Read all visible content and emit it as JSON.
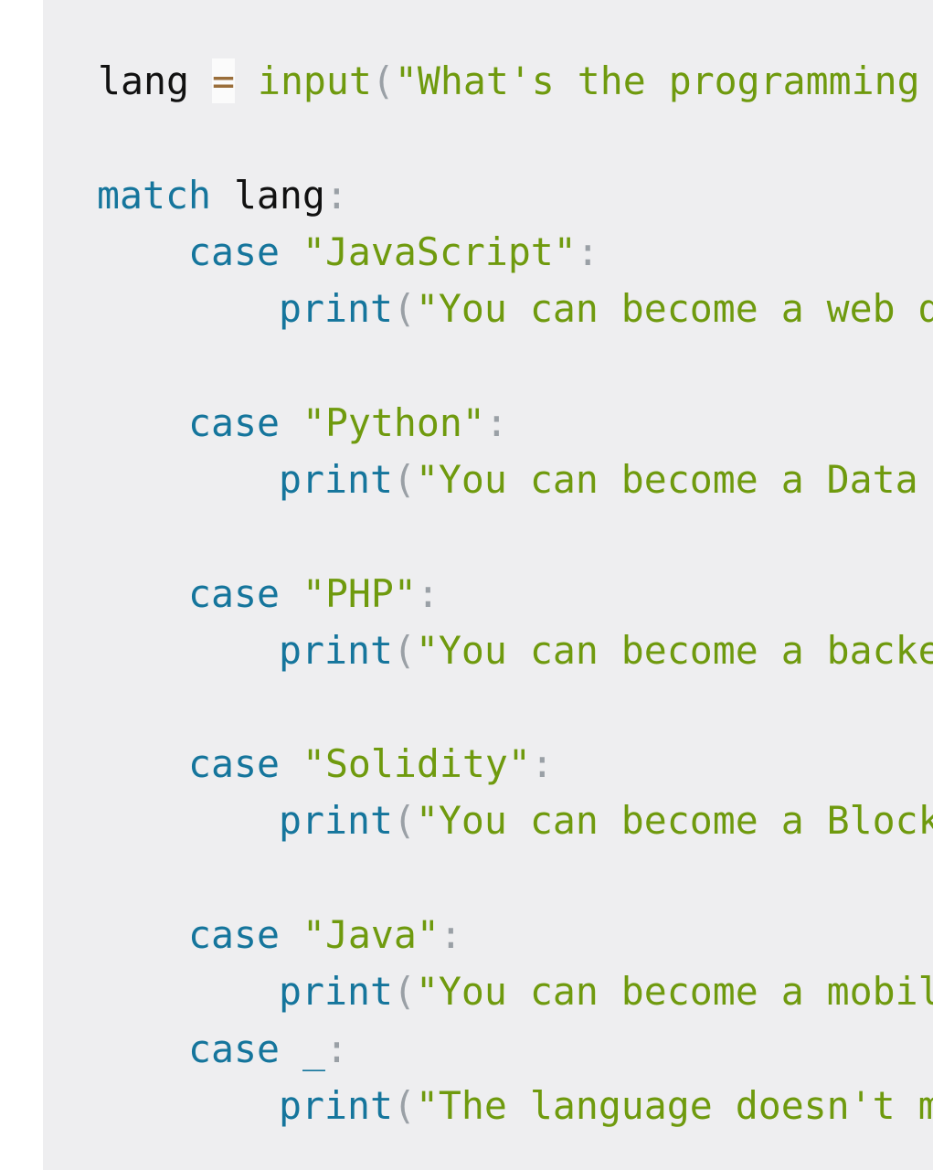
{
  "code": {
    "line_1": {
      "name": "lang",
      "op": "=",
      "func": "input",
      "open": "(",
      "string": "\"What's the programming"
    },
    "line_2": {
      "keyword": "match",
      "name": "lang",
      "colon": ":"
    },
    "line_3": {
      "keyword": "case",
      "string": "\"JavaScript\"",
      "colon": ":"
    },
    "line_4": {
      "func": "print",
      "open": "(",
      "string": "\"You can become a web d"
    },
    "line_5": {
      "keyword": "case",
      "string": "\"Python\"",
      "colon": ":"
    },
    "line_6": {
      "func": "print",
      "open": "(",
      "string": "\"You can become a Data"
    },
    "line_7": {
      "keyword": "case",
      "string": "\"PHP\"",
      "colon": ":"
    },
    "line_8": {
      "func": "print",
      "open": "(",
      "string": "\"You can become a backe"
    },
    "line_9": {
      "keyword": "case",
      "string": "\"Solidity\"",
      "colon": ":"
    },
    "line_10": {
      "func": "print",
      "open": "(",
      "string": "\"You can become a Block"
    },
    "line_11": {
      "keyword": "case",
      "string": "\"Java\"",
      "colon": ":"
    },
    "line_12": {
      "func": "print",
      "open": "(",
      "string": "\"You can become a mobil"
    },
    "line_13": {
      "keyword": "case",
      "name": "_",
      "colon": ":"
    },
    "line_14": {
      "func": "print",
      "open": "(",
      "string": "\"The language doesn't m"
    }
  },
  "colors": {
    "panel_background": "#eeeef0",
    "keyword": "#15759c",
    "string": "#6f9a0e",
    "name": "#111111",
    "operator": "#9a6e3a",
    "punctuation": "#9aa0a6"
  }
}
